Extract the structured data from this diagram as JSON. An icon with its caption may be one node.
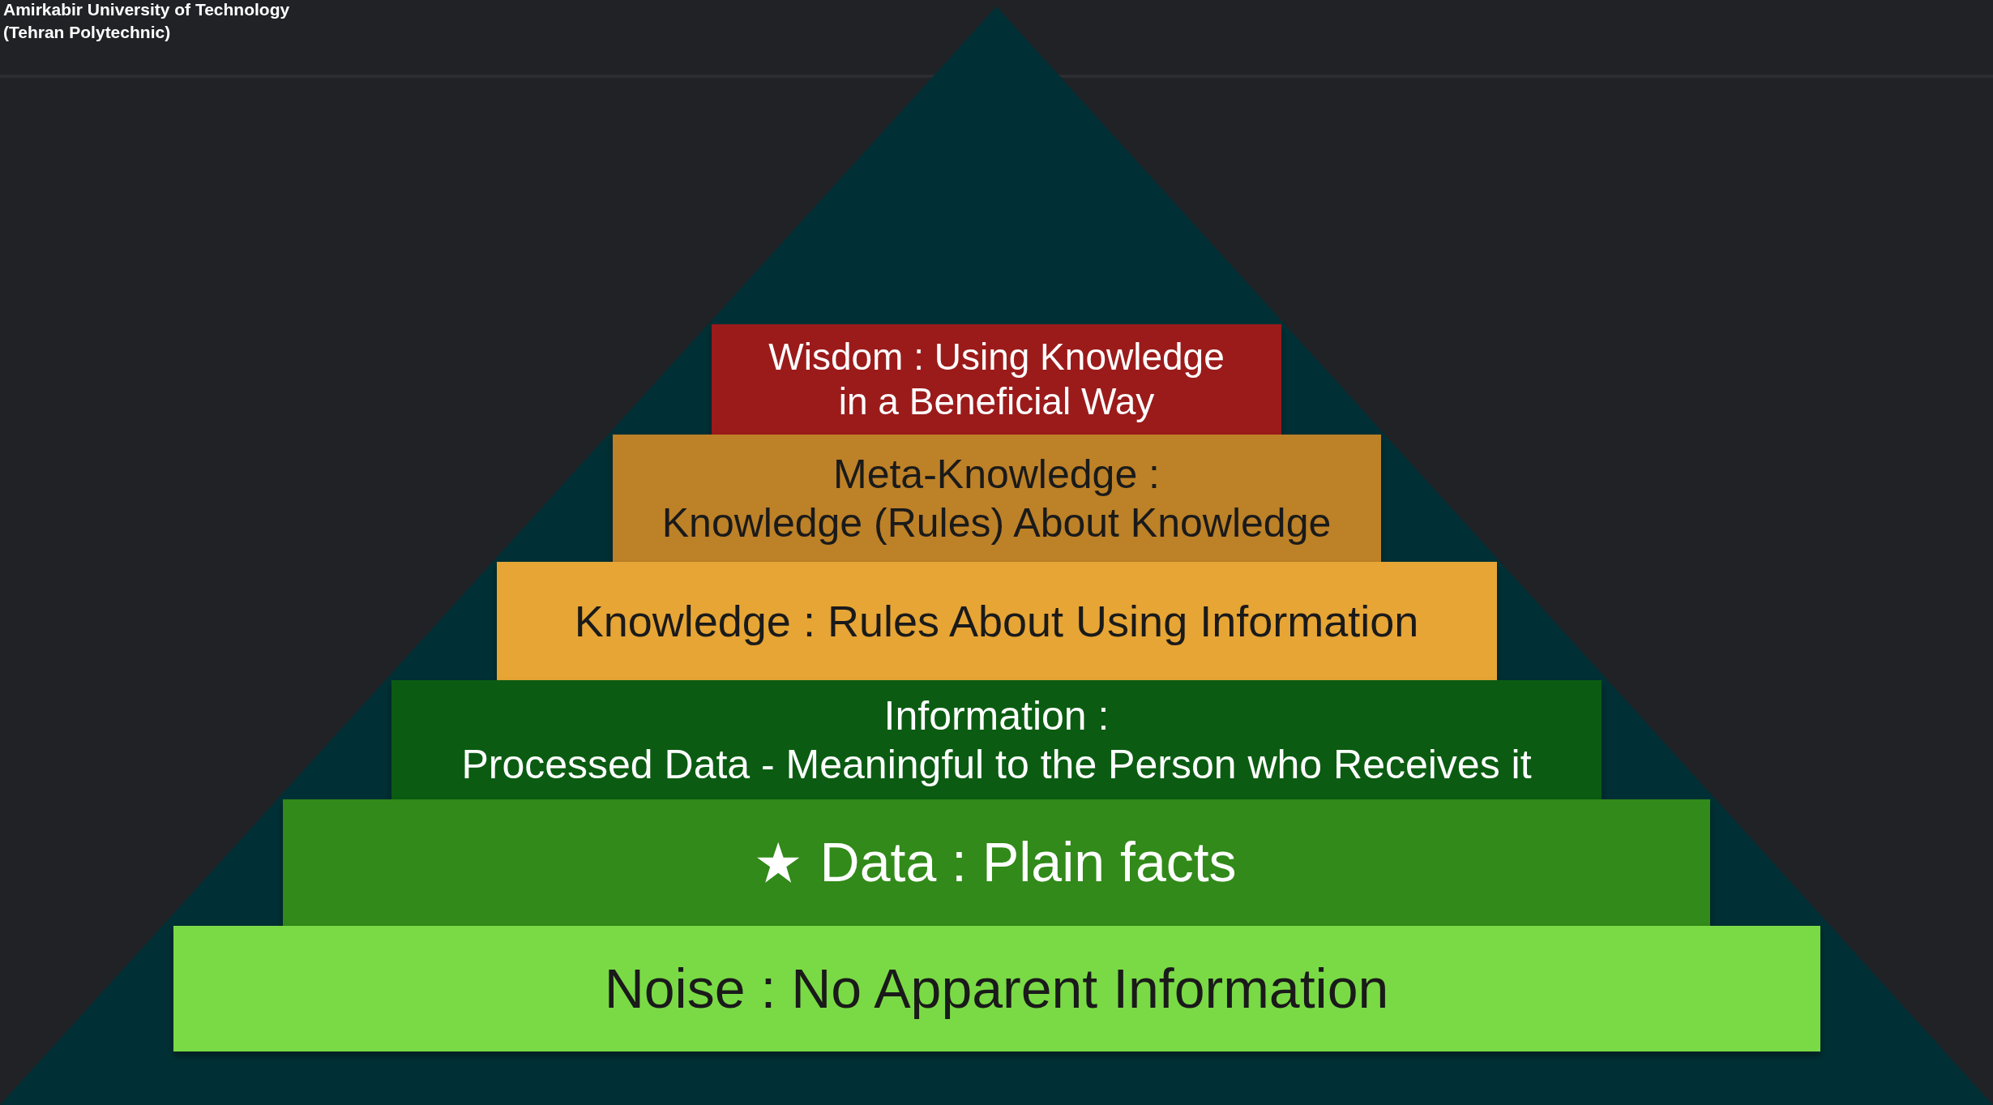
{
  "diagram": {
    "nodes": [
      {
        "text": [],
        "shape": "triangle"
      },
      {
        "text": [
          "Wisdom : Using Knowledge in a Beneficial Way"
        ],
        "in": 0
      },
      {
        "text": [
          "Meta-Knowledge :",
          "Knowledge (Rules) About Knowledge"
        ],
        "in": 0
      },
      {
        "text": [
          "Knowledge : Rules About Using Information"
        ],
        "in": 0
      },
      {
        "text": [
          "Information :",
          "Processed Data - Meaningful to the Person who Receives it"
        ],
        "in": 0
      },
      {
        "text": [
          "Data : Plain facts"
        ],
        "in": 0
      },
      {
        "text": [
          "Noise : No Apparent Information"
        ],
        "in": 0
      }
    ],
    "labels": [
      "Amirkabir University of Technology",
      "(Tehran Polytechnic)"
    ]
  }
}
